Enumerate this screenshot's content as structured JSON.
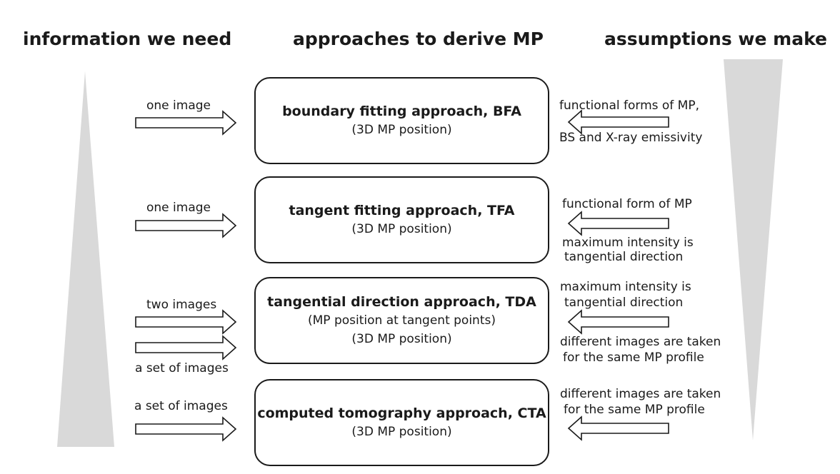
{
  "headers": {
    "left": "information we need",
    "middle": "approaches to derive MP",
    "right": "assumptions we make"
  },
  "approaches": [
    {
      "title": "boundary fitting approach, BFA",
      "sub": [
        "(3D MP position)"
      ]
    },
    {
      "title": "tangent fitting approach, TFA",
      "sub": [
        "(3D MP position)"
      ]
    },
    {
      "title": "tangential direction approach, TDA",
      "sub": [
        "(MP position at tangent points)",
        "(3D MP position)"
      ]
    },
    {
      "title": "computed tomography approach, CTA",
      "sub": [
        "(3D MP position)"
      ]
    }
  ],
  "inputs": {
    "bfa": "one image",
    "tfa": "one image",
    "tda_top": "two images",
    "tda_bottom": "a set of images",
    "cta": "a set of images"
  },
  "assumptions": {
    "bfa_top": "functional forms of MP,",
    "bfa_bottom": "BS and X-ray emissivity",
    "tfa_top": "functional form of MP",
    "tfa_bottom_1": "maximum intensity is",
    "tfa_bottom_2": "tangential direction",
    "tda_top_1": "maximum intensity is",
    "tda_top_2": "tangential direction",
    "tda_bottom_1": "different images are taken",
    "tda_bottom_2": "for the same MP profile",
    "cta_top_1": "different images are taken",
    "cta_top_2": "for the same MP profile"
  },
  "colors": {
    "wedge": "#d9d9d9",
    "stroke": "#1a1a1a"
  }
}
